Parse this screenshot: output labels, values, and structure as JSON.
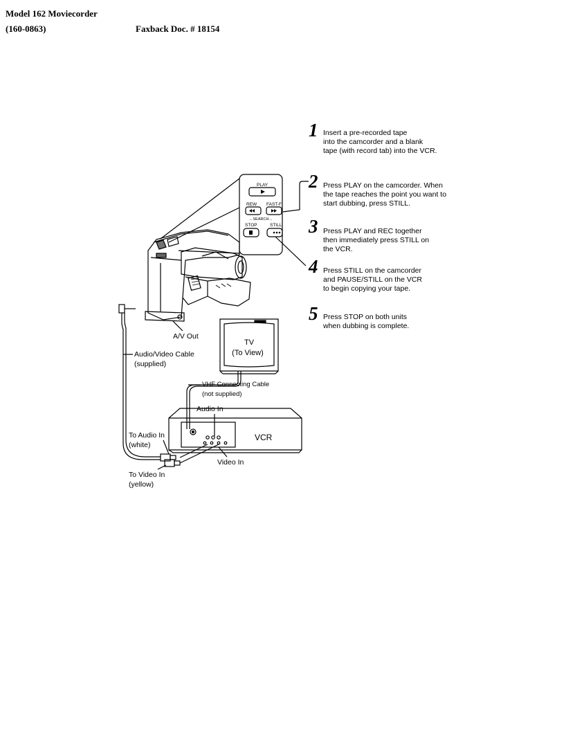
{
  "header": {
    "model": "Model 162 Moviecorder",
    "part_number": "(160-0863)",
    "faxback": "Faxback Doc. # 18154"
  },
  "steps": [
    {
      "number": "1",
      "lines": [
        "Insert a pre-recorded tape",
        "into the camcorder and a blank",
        "tape (with record tab) into the VCR."
      ]
    },
    {
      "number": "2",
      "lines": [
        "Press PLAY on the camcorder. When",
        "the tape reaches the point you want to",
        "start dubbing, press STILL."
      ]
    },
    {
      "number": "3",
      "lines": [
        "Press PLAY and REC together",
        "then immediately press STILL on",
        "the VCR."
      ]
    },
    {
      "number": "4",
      "lines": [
        "Press STILL on the camcorder",
        "and PAUSE/STILL on the VCR",
        "to begin copying your tape."
      ]
    },
    {
      "number": "5",
      "lines": [
        "Press STOP on both units",
        "when dubbing is complete."
      ]
    }
  ],
  "control_panel": {
    "play": "PLAY",
    "rew": "REW",
    "fastf": "FAST-F",
    "search": "←SEARCH→",
    "stop": "STOP",
    "still": "STILL"
  },
  "labels": {
    "av_out": "A/V Out",
    "av_cable_1": "Audio/Video Cable",
    "av_cable_2": "(supplied)",
    "tv_1": "TV",
    "tv_2": "(To View)",
    "vhf_1": "VHF Connecting Cable",
    "vhf_2": "(not supplied)",
    "audio_in": "Audio In",
    "vcr": "VCR",
    "to_audio_1": "To Audio In",
    "to_audio_2": "(white)",
    "video_in": "Video In",
    "to_video_1": "To Video In",
    "to_video_2": "(yellow)"
  }
}
